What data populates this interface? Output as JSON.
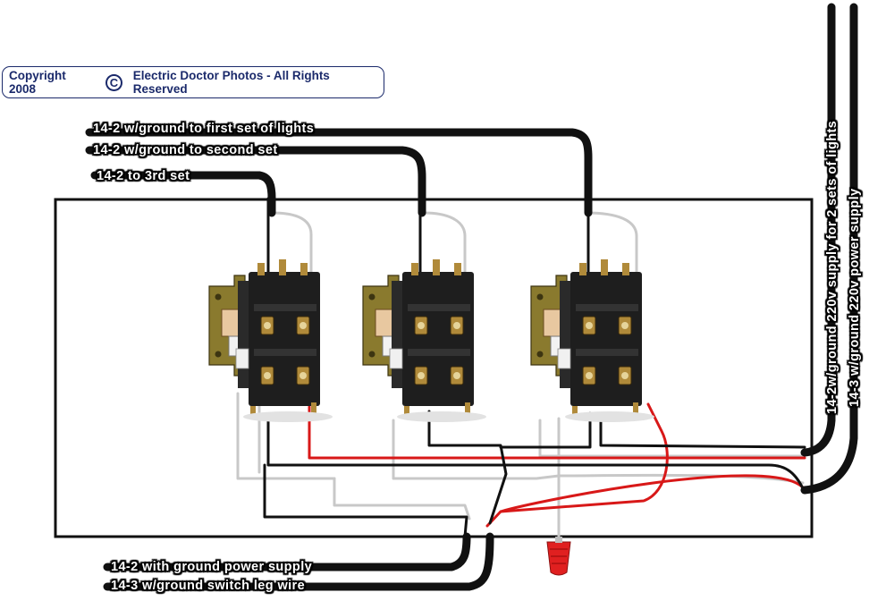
{
  "copyright": {
    "left_text": "Copyright 2008",
    "symbol": "C",
    "right_text": "Electric Doctor Photos - All Rights Reserved"
  },
  "labels": {
    "first_set": "14-2 w/ground to first set of lights",
    "second_set": "14-2 w/ground to second set",
    "third_set": "14-2 to 3rd set",
    "power_supply": "14-2 with ground power supply",
    "switch_leg": "14-3 w/ground switch leg wire",
    "supply_220_2sets": "14-2w/ground 220v supply for 2 sets of lights",
    "supply_220_power": "14-3 w/ground 220v power supply"
  },
  "colors": {
    "wire_black": "#111111",
    "wire_red": "#d81818",
    "wire_white": "#c8c8c8",
    "wire_nut": "#e02020",
    "contactor_body": "#1e1e1e",
    "contactor_bracket": "#8a7a2e",
    "terminal_brass": "#b08a3a",
    "coil": "#e8c8a0"
  },
  "icons": {
    "contactor": "contactor-icon",
    "wire_nut": "wire-nut-icon",
    "copyright": "copyright-icon"
  }
}
